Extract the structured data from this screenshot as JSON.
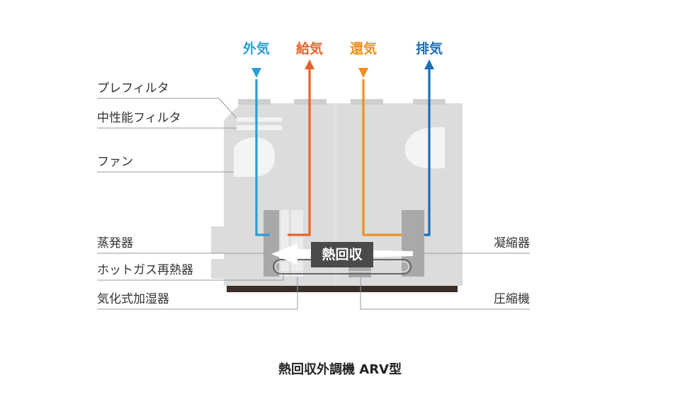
{
  "flows": {
    "outdoor_air": {
      "label": "外気",
      "color": "#2a9fd6"
    },
    "supply_air": {
      "label": "給気",
      "color": "#e8622c"
    },
    "return_air": {
      "label": "還気",
      "color": "#f0901e"
    },
    "exhaust_air": {
      "label": "排気",
      "color": "#1a6fb8"
    }
  },
  "left_labels": {
    "prefilter": "プレフィルタ",
    "medium_filter": "中性能フィルタ",
    "fan": "ファン",
    "evaporator": "蒸発器",
    "hot_gas_reheater": "ホットガス再熱器",
    "humidifier": "気化式加湿器"
  },
  "right_labels": {
    "condenser": "凝縮器",
    "compressor": "圧縮機"
  },
  "heat_recovery": "熱回収",
  "caption": "熱回収外調機 ARV型",
  "colors": {
    "housing": "#dcdcdc",
    "housing_edge": "#c8c8c8",
    "coil": "#a9a9a9",
    "base": "#3a2e2a",
    "leader": "#999999"
  }
}
